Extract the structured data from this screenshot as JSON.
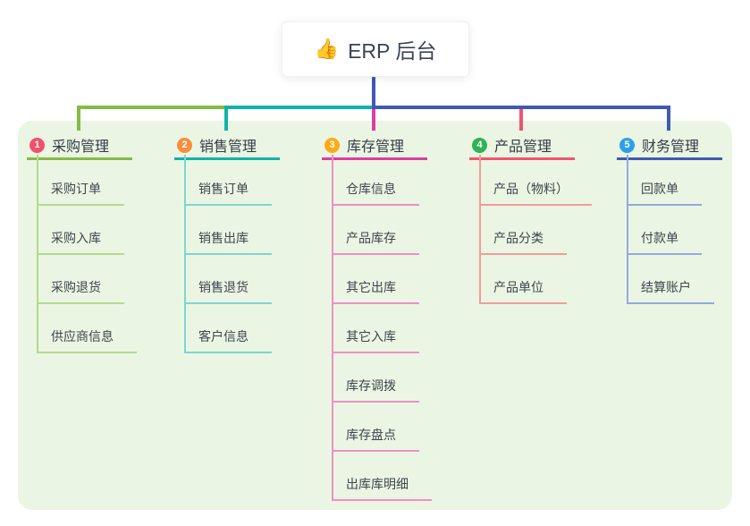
{
  "root": {
    "icon": "👍",
    "title": "ERP 后台"
  },
  "branches": [
    {
      "num": "1",
      "label": "采购管理",
      "badge_color": "#f3506c",
      "line_color": "#84bb45",
      "child_line_color": "#b5da8c",
      "children": [
        "采购订单",
        "采购入库",
        "采购退货",
        "供应商信息"
      ]
    },
    {
      "num": "2",
      "label": "销售管理",
      "badge_color": "#fa8c3d",
      "line_color": "#10b3ab",
      "child_line_color": "#7fd5cf",
      "children": [
        "销售订单",
        "销售出库",
        "销售退货",
        "客户信息"
      ]
    },
    {
      "num": "3",
      "label": "库存管理",
      "badge_color": "#fbab18",
      "line_color": "#dd3ca2",
      "child_line_color": "#f08fc6",
      "children": [
        "仓库信息",
        "产品库存",
        "其它出库",
        "其它入库",
        "库存调拨",
        "库存盘点",
        "出库库明细"
      ]
    },
    {
      "num": "4",
      "label": "产品管理",
      "badge_color": "#2fb356",
      "line_color": "#f4536d",
      "child_line_color": "#f59a9a",
      "children": [
        "产品（物料）",
        "产品分类",
        "产品单位"
      ]
    },
    {
      "num": "5",
      "label": "财务管理",
      "badge_color": "#2e9fe6",
      "line_color": "#3f5ab6",
      "child_line_color": "#93a9e0",
      "children": [
        "回款单",
        "付款单",
        "结算账户"
      ]
    }
  ],
  "colors": {
    "panel_bg": "#eaf6e3",
    "stem": "#4156b8"
  }
}
